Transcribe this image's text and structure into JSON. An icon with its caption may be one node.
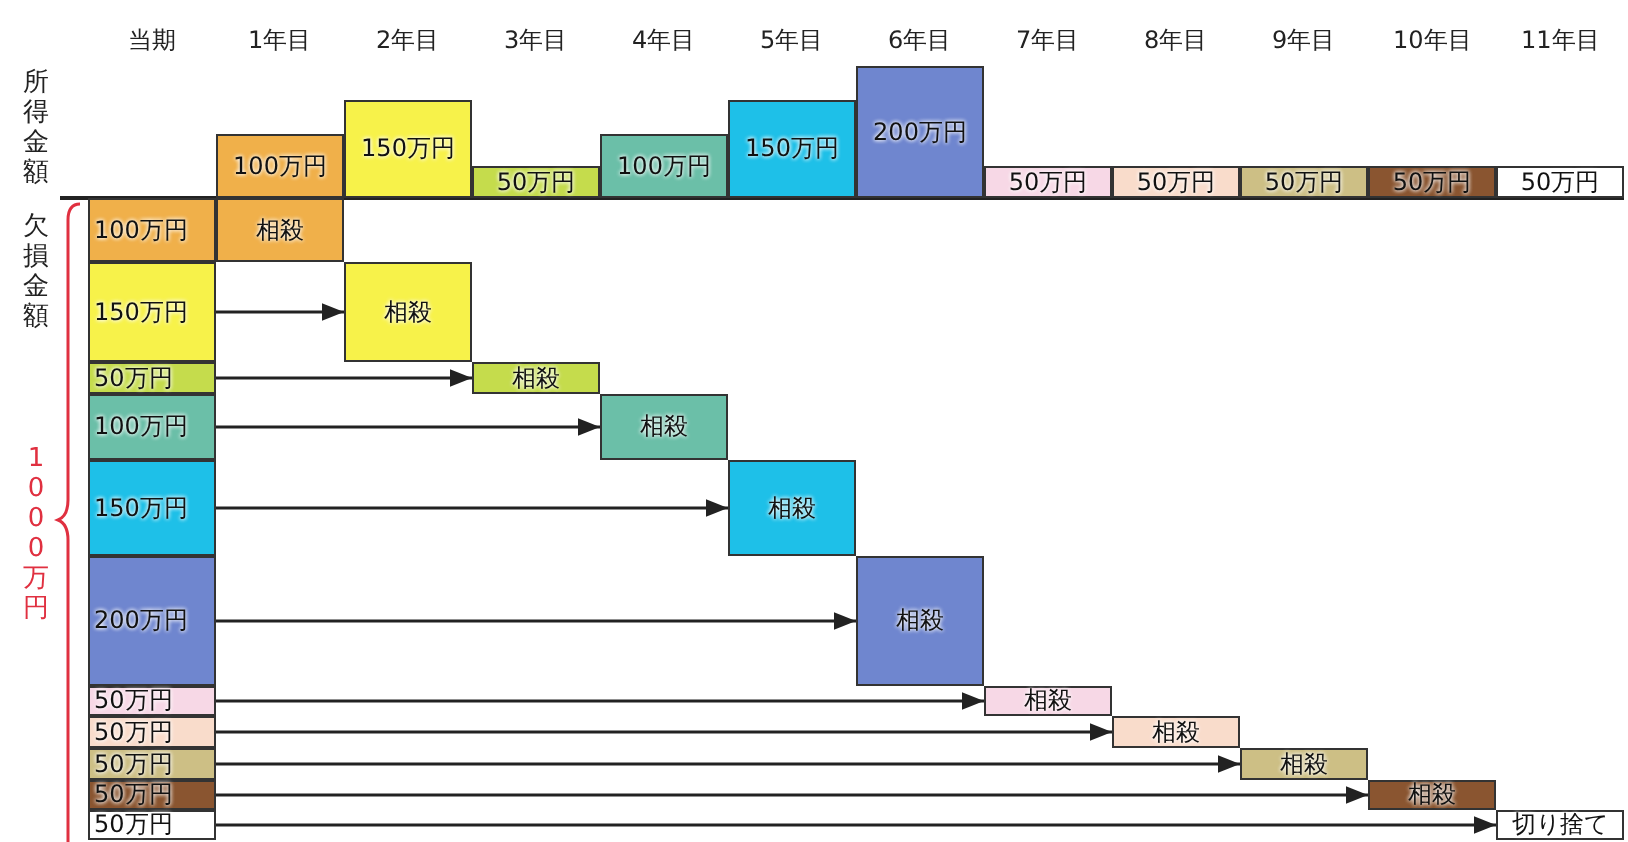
{
  "diagram": {
    "nodes": [
      {
        "text": [
          "100万円"
        ]
      },
      {
        "text": [
          "150万円"
        ]
      },
      {
        "text": [
          "50万円"
        ]
      },
      {
        "text": [
          "100万円"
        ]
      },
      {
        "text": [
          "150万円"
        ]
      },
      {
        "text": [
          "200万円"
        ]
      },
      {
        "text": [
          "50万円"
        ]
      },
      {
        "text": [
          "50万円"
        ]
      },
      {
        "text": [
          "50万円"
        ]
      },
      {
        "text": [
          "50万円"
        ]
      },
      {
        "text": [
          "50万円"
        ]
      },
      {
        "text": [
          "100万円"
        ]
      },
      {
        "text": [
          "相殺"
        ]
      },
      {
        "text": [
          "150万円"
        ]
      },
      {
        "text": [
          "相殺"
        ]
      },
      {
        "text": [
          "50万円"
        ]
      },
      {
        "text": [
          "相殺"
        ]
      },
      {
        "text": [
          "100万円"
        ]
      },
      {
        "text": [
          "相殺"
        ]
      },
      {
        "text": [
          "150万円"
        ]
      },
      {
        "text": [
          "相殺"
        ]
      },
      {
        "text": [
          "200万円"
        ]
      },
      {
        "text": [
          "相殺"
        ]
      },
      {
        "text": [
          "50万円"
        ]
      },
      {
        "text": [
          "相殺"
        ]
      },
      {
        "text": [
          "50万円"
        ]
      },
      {
        "text": [
          "相殺"
        ]
      },
      {
        "text": [
          "50万円"
        ]
      },
      {
        "text": [
          "相殺"
        ]
      },
      {
        "text": [
          "50万円"
        ]
      },
      {
        "text": [
          "相殺"
        ]
      },
      {
        "text": [
          "50万円"
        ]
      },
      {
        "text": [
          "切り捨て"
        ]
      }
    ],
    "edges": [
      {
        "from": 13,
        "to": 14,
        "arrow": "to"
      },
      {
        "from": 15,
        "to": 16,
        "arrow": "to"
      },
      {
        "from": 17,
        "to": 18,
        "arrow": "to"
      },
      {
        "from": 19,
        "to": 20,
        "arrow": "to"
      },
      {
        "from": 21,
        "to": 22,
        "arrow": "to"
      },
      {
        "from": 23,
        "to": 24,
        "arrow": "to"
      },
      {
        "from": 25,
        "to": 26,
        "arrow": "to"
      },
      {
        "from": 27,
        "to": 28,
        "arrow": "to"
      },
      {
        "from": 29,
        "to": 30,
        "arrow": "to"
      },
      {
        "from": 31,
        "to": 32,
        "arrow": "to"
      }
    ],
    "labels": [
      "当期",
      "1年目",
      "2年目",
      "3年目",
      "4年目",
      "5年目",
      "6年目",
      "7年目",
      "8年目",
      "9年目",
      "10年目",
      "11年目",
      "所得金額",
      "欠損金額",
      "1000万円"
    ]
  }
}
